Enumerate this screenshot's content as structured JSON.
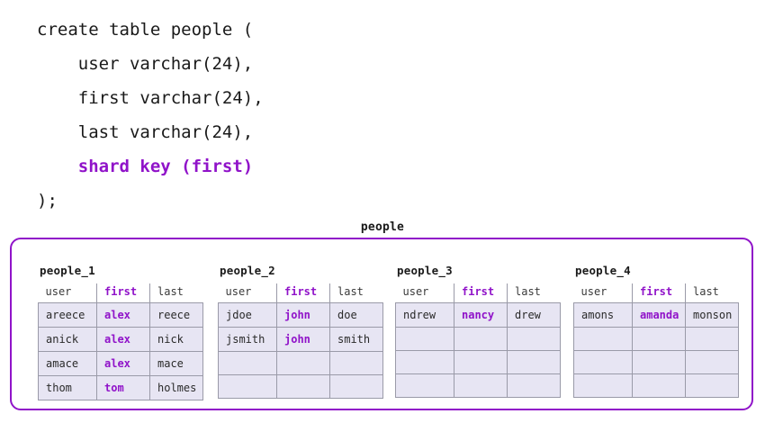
{
  "code": {
    "lines": [
      {
        "text": "create table people (",
        "accent": false
      },
      {
        "text": "    user varchar(24),",
        "accent": false
      },
      {
        "text": "    first varchar(24),",
        "accent": false
      },
      {
        "text": "    last varchar(24),",
        "accent": false
      },
      {
        "text": "    shard key (first)",
        "accent": true
      },
      {
        "text": ");",
        "accent": false
      }
    ]
  },
  "colors": {
    "accent": "#9013c9",
    "cell_background": "#e7e5f3",
    "cell_border": "#9a9aa8",
    "text": "#1a1a1a",
    "page_background": "#ffffff"
  },
  "cluster": {
    "title": "people",
    "columns": [
      "user",
      "first",
      "last"
    ],
    "shard_key_column": "first",
    "shards": [
      {
        "label": "people_1",
        "rows": [
          {
            "user": "areece",
            "first": "alex",
            "last": "reece",
            "empty": false
          },
          {
            "user": "anick",
            "first": "alex",
            "last": "nick",
            "empty": false
          },
          {
            "user": "amace",
            "first": "alex",
            "last": "mace",
            "empty": false
          },
          {
            "user": "thom",
            "first": "tom",
            "last": "holmes",
            "empty": false
          }
        ]
      },
      {
        "label": "people_2",
        "rows": [
          {
            "user": "jdoe",
            "first": "john",
            "last": "doe",
            "empty": false
          },
          {
            "user": "jsmith",
            "first": "john",
            "last": "smith",
            "empty": false
          },
          {
            "user": "",
            "first": "",
            "last": "",
            "empty": true
          },
          {
            "user": "",
            "first": "",
            "last": "",
            "empty": true
          }
        ]
      },
      {
        "label": "people_3",
        "rows": [
          {
            "user": "ndrew",
            "first": "nancy",
            "last": "drew",
            "empty": false
          },
          {
            "user": "",
            "first": "",
            "last": "",
            "empty": true
          },
          {
            "user": "",
            "first": "",
            "last": "",
            "empty": true
          },
          {
            "user": "",
            "first": "",
            "last": "",
            "empty": true
          }
        ]
      },
      {
        "label": "people_4",
        "rows": [
          {
            "user": "amons",
            "first": "amanda",
            "last": "monson",
            "empty": false
          },
          {
            "user": "",
            "first": "",
            "last": "",
            "empty": true
          },
          {
            "user": "",
            "first": "",
            "last": "",
            "empty": true
          },
          {
            "user": "",
            "first": "",
            "last": "",
            "empty": true
          }
        ]
      }
    ]
  }
}
